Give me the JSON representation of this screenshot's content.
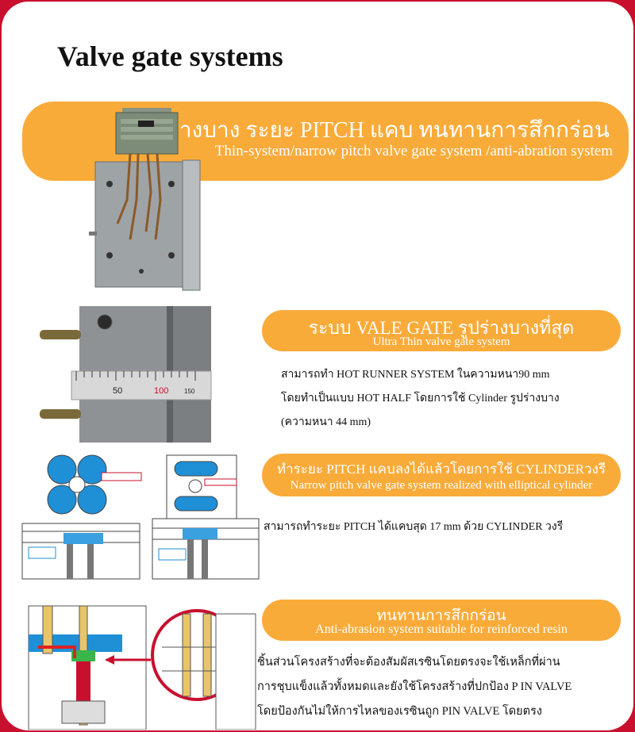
{
  "page": {
    "title": "Valve gate systems"
  },
  "sections": [
    {
      "th": "รูปร่างบาง ระยะ PITCH แคบ ทนทานการสึกกร่อน",
      "en": "Thin-system/narrow pitch valve gate system /anti-abration system"
    },
    {
      "th": "ระบบ VALE GATE รูปร่างบางที่สุด",
      "en": "Ultra Thin valve gate system",
      "lines": [
        "สามารถทำ HOT RUNNER SYSTEM ในความหนา90 mm",
        "โดยทำเป็นแบบ HOT HALF โดยการใช้ Cylinder รูปร่างบาง",
        "(ความหนา 44 mm)"
      ]
    },
    {
      "th": "ทำระยะ PITCH แคบลงได้แล้วโดยการใช้ CYLINDERวงรี",
      "en": "Narrow pitch valve gate system realized with elliptical cylinder",
      "lines": [
        "สามารถทำระยะ PITCH ได้แคบสุด 17 mm  ด้วย CYLINDER วงรี"
      ]
    },
    {
      "th": "ทนทานการสึกกร่อน",
      "en": "Anti-abrasion system suitable for reinforced resin",
      "lines": [
        "ชิ้นส่วนโครงสร้างที่จะต้องสัมผัสเรซินโดยตรงจะใช้เหล็กที่ผ่าน",
        "การชุบแข็งแล้วทั้งหมดและยังใช้โครงสร้างที่ปกป้อง P IN VALVE",
        "โดยป้องกันไม่ให้การไหลของเรซินถูก PIN VALVE โดยตรง"
      ]
    }
  ],
  "ruler": {
    "mark_50": "50",
    "mark_100": "100",
    "mark_150": "150"
  },
  "colors": {
    "frame": "#c8102e",
    "banner": "#f9ab3a",
    "cylinder_blue": "#1f8fd6"
  }
}
